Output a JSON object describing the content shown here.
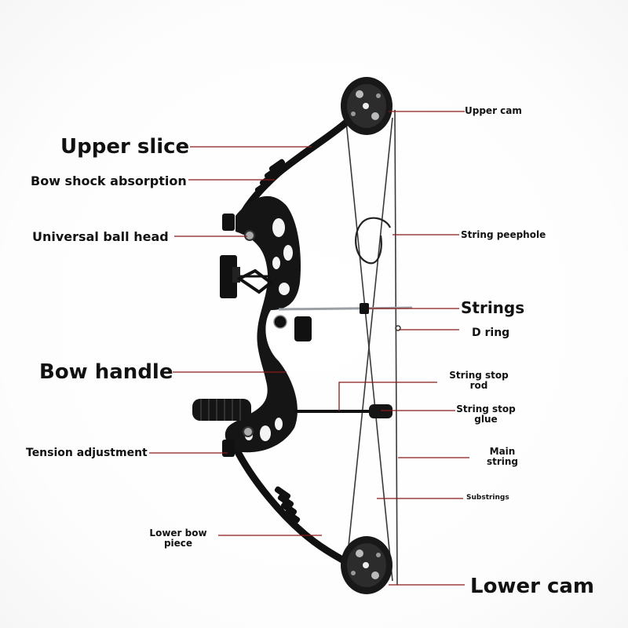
{
  "colors": {
    "leader_line": "#8b1a1a",
    "bow_body": "#111111",
    "string": "#3a3a3a",
    "label_text": "#111111",
    "background": "#ffffff"
  },
  "labels": {
    "upper_cam": "Upper cam",
    "upper_slice": "Upper slice",
    "bow_shock_absorption": "Bow shock absorption",
    "string_peephole": "String peephole",
    "universal_ball_head": "Universal ball head",
    "strings": "Strings",
    "d_ring": "D ring",
    "bow_handle": "Bow handle",
    "string_stop_rod_1": "String stop",
    "string_stop_rod_2": "rod",
    "string_stop_glue_1": "String stop",
    "string_stop_glue_2": "glue",
    "tension_adjustment": "Tension adjustment",
    "main_string_1": "Main",
    "main_string_2": "string",
    "substrings": "Substrings",
    "lower_bow_piece_1": "Lower bow",
    "lower_bow_piece_2": "piece",
    "lower_cam": "Lower cam"
  },
  "icons": {
    "bow": "compound-bow-icon",
    "upper_cam": "upper-cam-wheel-icon",
    "lower_cam": "lower-cam-wheel-icon"
  }
}
